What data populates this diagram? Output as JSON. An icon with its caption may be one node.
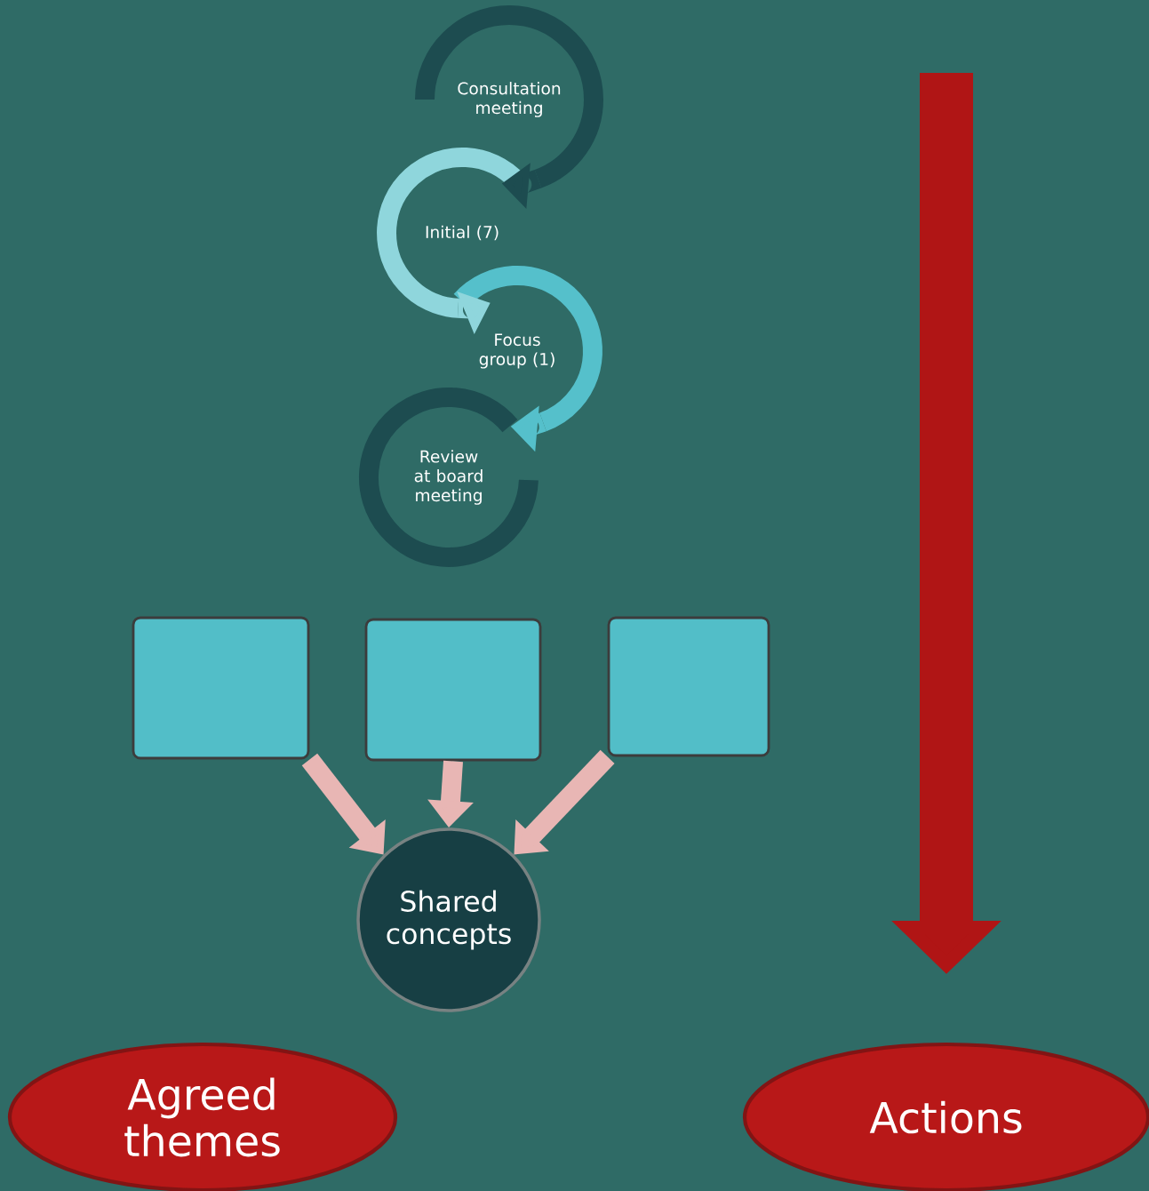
{
  "diagram": {
    "nodes": [
      {
        "text": [
          "Consultation meeting"
        ]
      },
      {
        "text": [
          "Initial (7)"
        ]
      },
      {
        "text": [
          "Focus group (1)"
        ]
      },
      {
        "text": [
          "Review at board meeting"
        ]
      },
      {
        "text": [],
        "shape": "box"
      },
      {
        "text": [],
        "shape": "box"
      },
      {
        "text": [],
        "shape": "box"
      },
      {
        "text": [
          "Shared concepts"
        ]
      },
      {
        "text": [
          "Agreed themes"
        ]
      },
      {
        "text": [
          "Actions"
        ]
      }
    ],
    "edges": [
      {
        "from": 0,
        "to": 1,
        "arrow": "to",
        "color": "#1d4c50"
      },
      {
        "from": 1,
        "to": 2,
        "arrow": "to",
        "color": "#8fd6dc"
      },
      {
        "from": 2,
        "to": 3,
        "arrow": "to",
        "color": "#55c0cb"
      },
      {
        "from": 4,
        "to": 7,
        "arrow": "to"
      },
      {
        "from": 5,
        "to": 7,
        "arrow": "to"
      },
      {
        "from": 6,
        "to": 7,
        "arrow": "to"
      },
      {
        "from": null,
        "to": 9,
        "arrow": "to",
        "style": "thick",
        "color": "#b01515"
      }
    ]
  }
}
